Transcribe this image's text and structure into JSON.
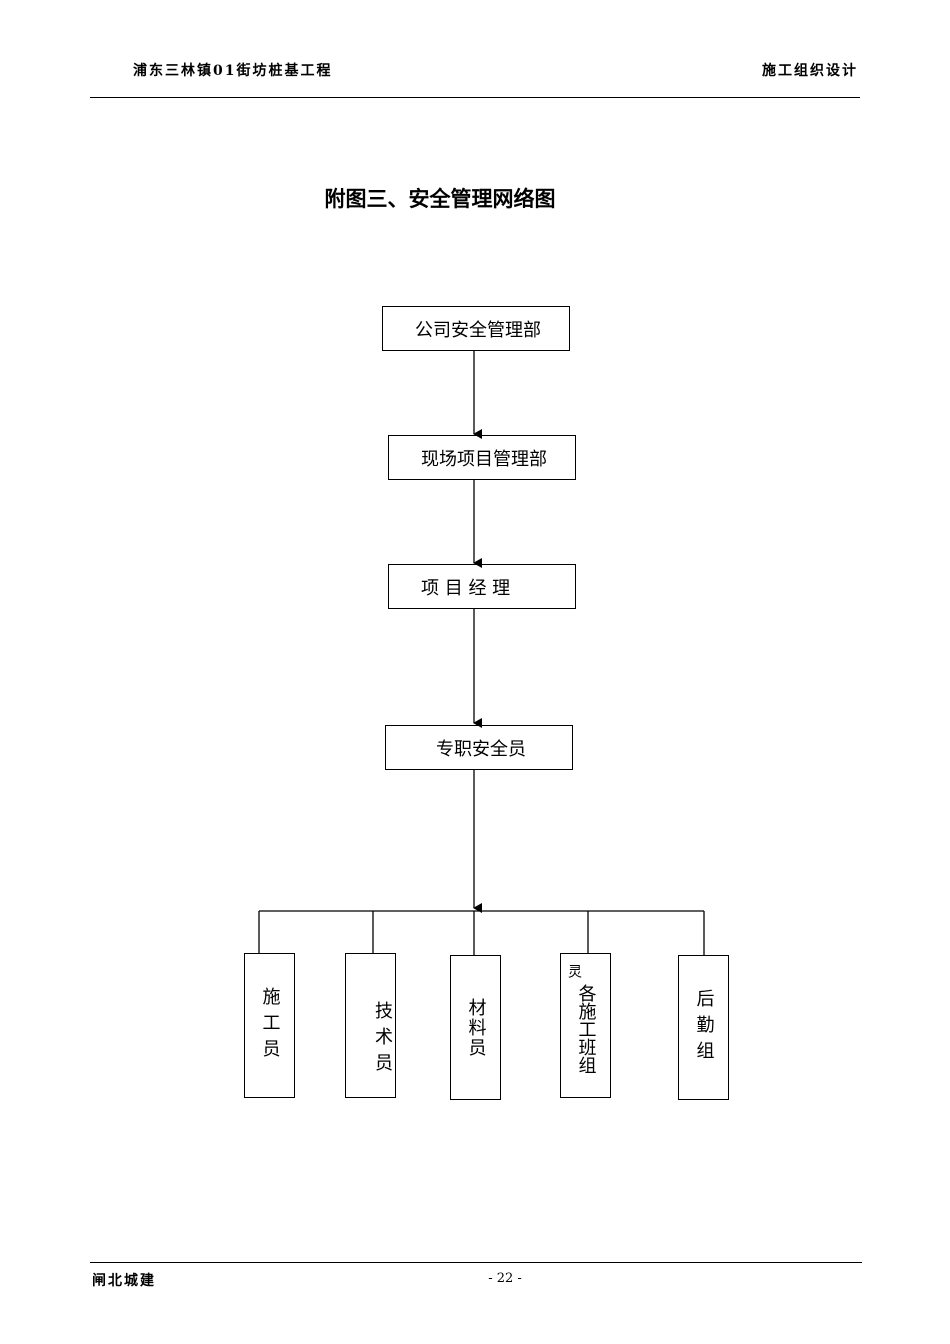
{
  "header": {
    "project": "浦东三林镇01街坊桩基工程",
    "doc_type": "施工组织设计"
  },
  "title": "附图三、安全管理网络图",
  "chart": {
    "levels": [
      {
        "label": "公司安全管理部"
      },
      {
        "label": "现场项目管理部"
      },
      {
        "label": "项 目 经 理"
      },
      {
        "label": "专职安全员"
      }
    ],
    "branches": [
      {
        "label": "施工员"
      },
      {
        "label": "技术员"
      },
      {
        "label": "材料员"
      },
      {
        "label": "各施工班组",
        "stray_mark": "灵"
      },
      {
        "label": "后勤组"
      }
    ]
  },
  "footer": {
    "company": "闸北城建",
    "page": "- 22 -"
  }
}
